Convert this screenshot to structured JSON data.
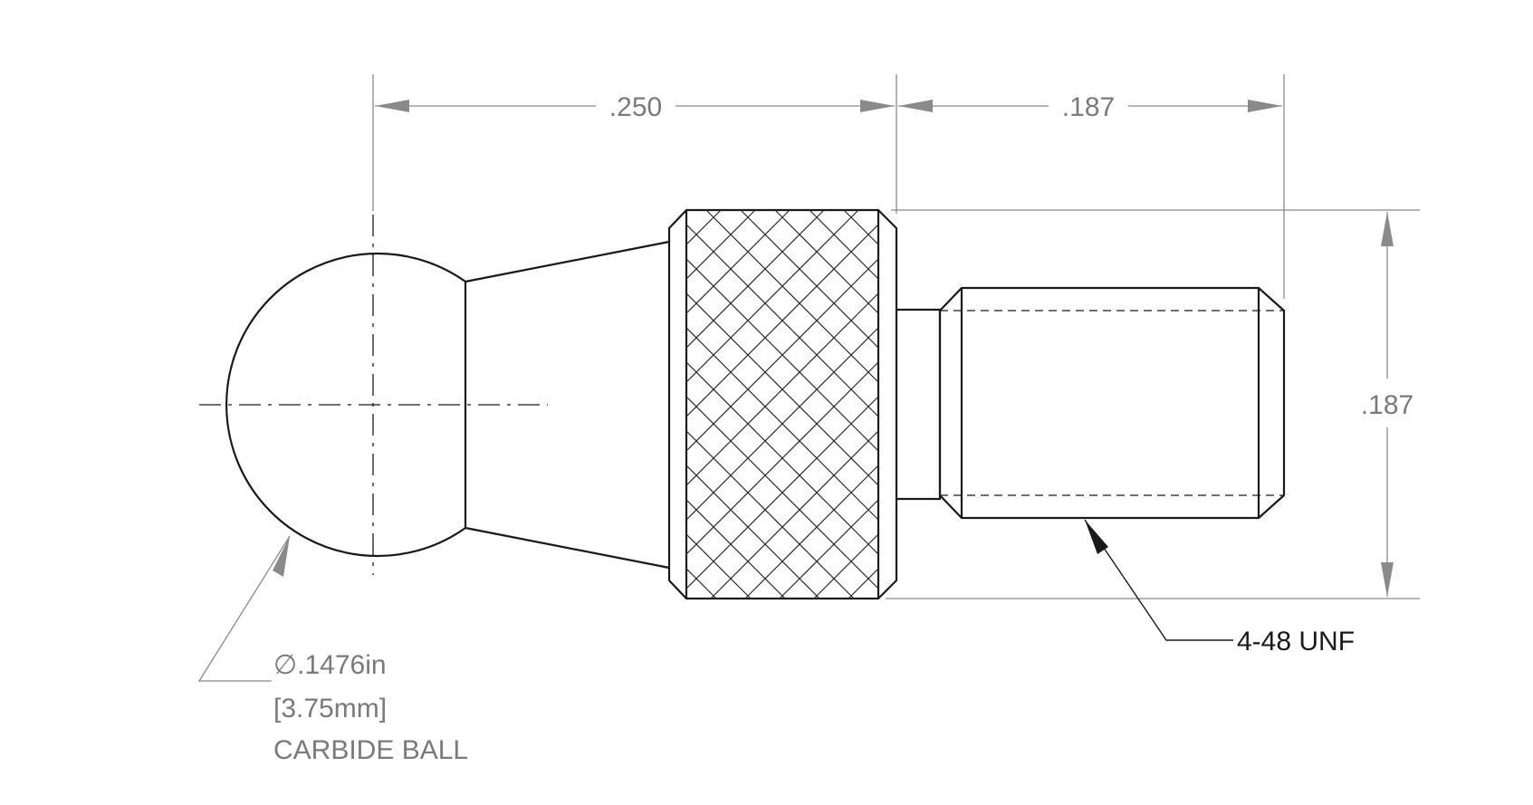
{
  "dimensions": {
    "ball_to_knurl_length": ".250",
    "thread_length": ".187",
    "thread_diameter": ".187"
  },
  "ball_callout": {
    "diameter_symbol": "∅",
    "diameter_in": ".1476in",
    "diameter_mm": "[3.75mm]",
    "material": "CARBIDE BALL"
  },
  "thread_callout": {
    "spec": "4-48 UNF"
  },
  "colors": {
    "object_line": "#1a1a1a",
    "dimension_line": "#8a8a8a",
    "dimension_text": "#7a7a7a"
  }
}
